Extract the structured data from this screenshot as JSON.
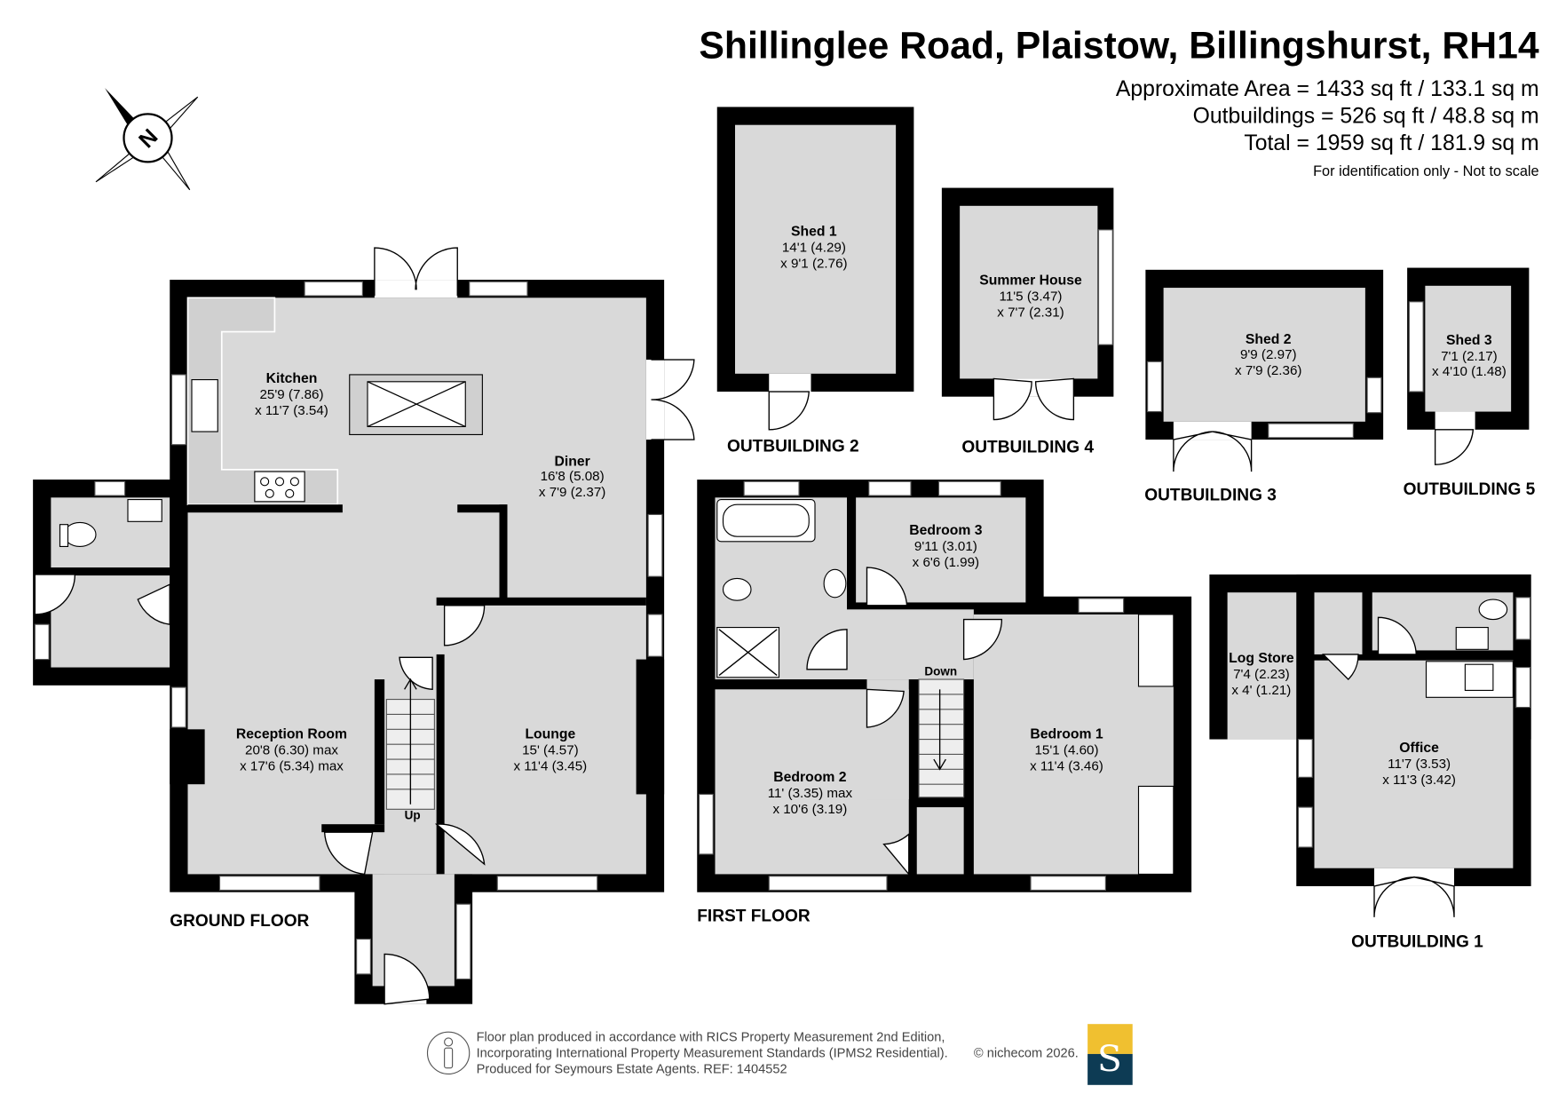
{
  "header": {
    "title": "Shillinglee Road, Plaistow, Billingshurst, RH14",
    "approx_area": "Approximate Area = 1433 sq ft / 133.1 sq m",
    "outbuildings": "Outbuildings = 526 sq ft / 48.8 sq m",
    "total": "Total = 1959 sq ft / 181.9 sq m",
    "note": "For identification only - Not to scale"
  },
  "compass": {
    "label": "N"
  },
  "floors": {
    "ground": "GROUND FLOOR",
    "first": "FIRST FLOOR",
    "out1": "OUTBUILDING 1",
    "out2": "OUTBUILDING 2",
    "out3": "OUTBUILDING 3",
    "out4": "OUTBUILDING 4",
    "out5": "OUTBUILDING 5"
  },
  "rooms": {
    "kitchen": {
      "name": "Kitchen",
      "d1": "25'9 (7.86)",
      "d2": "x 11'7 (3.54)"
    },
    "diner": {
      "name": "Diner",
      "d1": "16'8 (5.08)",
      "d2": "x 7'9 (2.37)"
    },
    "reception": {
      "name": "Reception Room",
      "d1": "20'8 (6.30) max",
      "d2": "x 17'6 (5.34) max"
    },
    "lounge": {
      "name": "Lounge",
      "d1": "15' (4.57)",
      "d2": "x 11'4 (3.45)"
    },
    "bedroom3": {
      "name": "Bedroom 3",
      "d1": "9'11 (3.01)",
      "d2": "x 6'6 (1.99)"
    },
    "bedroom2": {
      "name": "Bedroom 2",
      "d1": "11' (3.35) max",
      "d2": "x 10'6 (3.19)"
    },
    "bedroom1": {
      "name": "Bedroom 1",
      "d1": "15'1 (4.60)",
      "d2": "x 11'4 (3.46)"
    },
    "shed1": {
      "name": "Shed 1",
      "d1": "14'1 (4.29)",
      "d2": "x 9'1 (2.76)"
    },
    "summerhouse": {
      "name": "Summer House",
      "d1": "11'5 (3.47)",
      "d2": "x 7'7 (2.31)"
    },
    "shed2": {
      "name": "Shed 2",
      "d1": "9'9 (2.97)",
      "d2": "x 7'9 (2.36)"
    },
    "shed3": {
      "name": "Shed 3",
      "d1": "7'1 (2.17)",
      "d2": "x 4'10 (1.48)"
    },
    "logstore": {
      "name": "Log Store",
      "d1": "7'4 (2.23)",
      "d2": "x 4' (1.21)"
    },
    "office": {
      "name": "Office",
      "d1": "11'7 (3.53)",
      "d2": "x 11'3 (3.42)"
    }
  },
  "stairs": {
    "up": "Up",
    "down": "Down"
  },
  "footer": {
    "line1": "Floor plan produced in accordance with RICS Property Measurement 2nd Edition,",
    "line2": "Incorporating International Property Measurement Standards (IPMS2 Residential).",
    "copyright": "© nichecom 2026.",
    "line3": "Produced for Seymours Estate Agents.   REF: 1404552",
    "logo_letter": "S",
    "logo_colors": {
      "top": "#f0c030",
      "bottom": "#0d3b54"
    }
  }
}
